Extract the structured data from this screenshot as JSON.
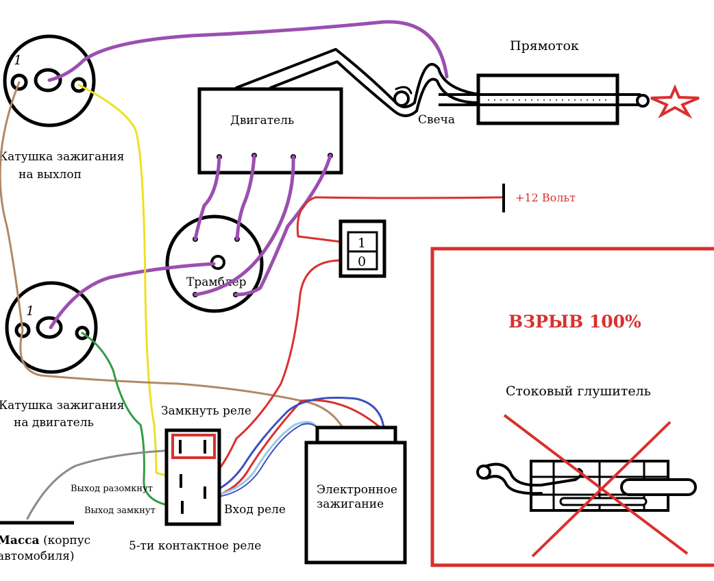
{
  "colors": {
    "purple": "#9b4fb0",
    "yellow": "#f0e020",
    "brown": "#b08866",
    "green": "#2f9e44",
    "gray": "#8a8a8a",
    "red": "#d9302e",
    "blue": "#3b4fc0",
    "lightblue": "#9cc8e8",
    "black": "#000000"
  },
  "labels": {
    "coil_top_number": "1",
    "coil_top_name_1": "Катушка зажигания",
    "coil_top_name_2": "на выхлоп",
    "coil_bottom_number": "1",
    "coil_bottom_name_1": "Катушка зажигания",
    "coil_bottom_name_2": "на двигатель",
    "engine": "Двигатель",
    "distributor": "Трамблер",
    "spark_plug": "Свеча",
    "muffler": "Прямоток",
    "plus12": "+12 Вольт",
    "switch_on": "1",
    "switch_off": "0",
    "relay_close": "Замкнуть реле",
    "relay_out_open": "Выход разомкнут",
    "relay_out_closed": "Выход замкнут",
    "relay_in": "Вход реле",
    "relay_name": "5-ти контактное реле",
    "ground_bold": "Масса",
    "ground_rest": " (корпус",
    "ground_line2": "автомобиля)",
    "electronic_ignition_1": "Электронное",
    "electronic_ignition_2": "зажигание",
    "boom": "ВЗРЫВ 100%",
    "stock_muffler": "Стоковый глушитель"
  }
}
